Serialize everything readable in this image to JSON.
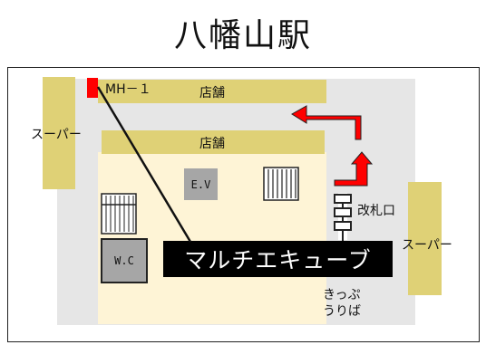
{
  "title": "八幡山駅",
  "labels": {
    "mh": "MH－１",
    "shop_top": "店舗",
    "shop_mid": "店舗",
    "super_left": "スーパー",
    "super_right": "スーパー",
    "ev": "E.V",
    "wc": "W.C",
    "ticket_gate": "改札口",
    "multi_cube": "マルチエキューブ",
    "ticket_office_line1": "きっぷ",
    "ticket_office_line2": "うりば"
  },
  "colors": {
    "shop": "#dfd176",
    "floor_grey": "#e6e6e6",
    "floor_cream": "#fef4d6",
    "arrow": "#ff0000",
    "banner": "#000000"
  },
  "icons": [
    "stairs-icon",
    "escalator-icon",
    "arrow-icon",
    "marker-icon"
  ]
}
